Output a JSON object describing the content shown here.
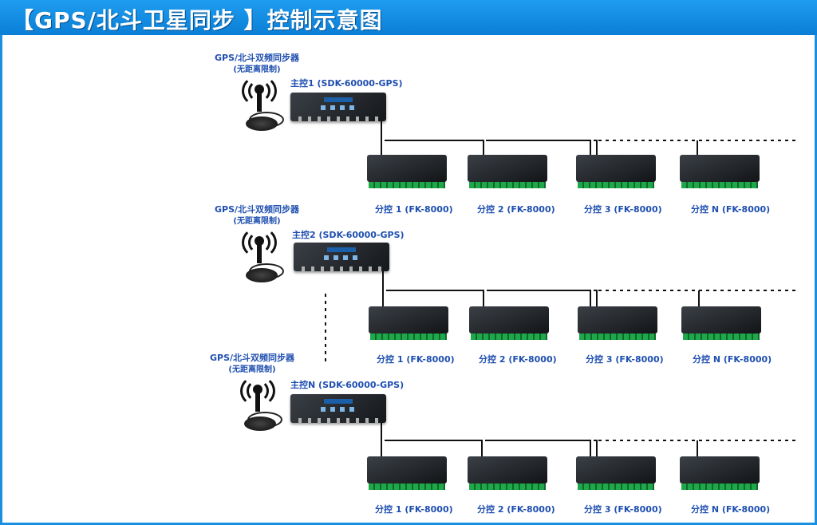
{
  "header": {
    "title": "【GPS/北斗卫星同步 】控制示意图"
  },
  "groups": [
    {
      "gps_label_line1": "GPS/北斗双频同步器",
      "gps_label_line2": "(无距离限制)",
      "master_label": "主控1 (SDK-60000-GPS)",
      "slaves": [
        "分控 1 (FK-8000)",
        "分控 2 (FK-8000)",
        "分控 3 (FK-8000)",
        "分控 N (FK-8000)"
      ]
    },
    {
      "gps_label_line1": "GPS/北斗双频同步器",
      "gps_label_line2": "(无距离限制)",
      "master_label": "主控2 (SDK-60000-GPS)",
      "slaves": [
        "分控 1 (FK-8000)",
        "分控 2 (FK-8000)",
        "分控 3 (FK-8000)",
        "分控 N (FK-8000)"
      ]
    },
    {
      "gps_label_line1": "GPS/北斗双频同步器",
      "gps_label_line2": "(无距离限制)",
      "master_label": "主控N (SDK-60000-GPS)",
      "slaves": [
        "分控 1 (FK-8000)",
        "分控 2 (FK-8000)",
        "分控 3 (FK-8000)",
        "分控 N (FK-8000)"
      ]
    }
  ],
  "colors": {
    "header": "#1a8fe0",
    "label": "#1f4fb0",
    "device": "#1c1f22",
    "terminal": "#1fa84a"
  }
}
